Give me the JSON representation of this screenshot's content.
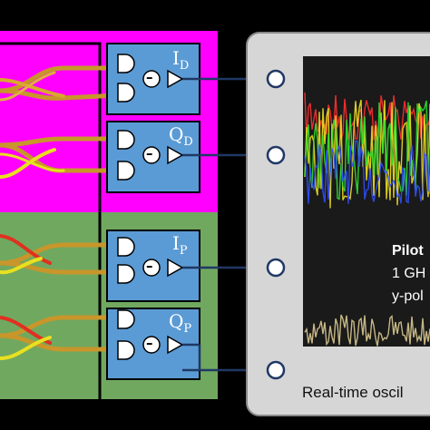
{
  "colors": {
    "data_region": "#ff00ff",
    "pilot_region": "#70a860",
    "waveguide": "#c8962a",
    "detector_fill": "#5b9bd5",
    "scope_panel": "#d6d6d6",
    "connector": "#1f3864"
  },
  "receiver": {
    "outputs": [
      {
        "main": "I",
        "sub": "D"
      },
      {
        "main": "Q",
        "sub": "D"
      },
      {
        "main": "I",
        "sub": "P"
      },
      {
        "main": "Q",
        "sub": "P"
      }
    ],
    "subtractor_symbol": "–"
  },
  "scope": {
    "caption": "Real-time oscil",
    "annotation_lines": [
      "Pilot",
      "1 GH",
      "y-pol"
    ]
  }
}
